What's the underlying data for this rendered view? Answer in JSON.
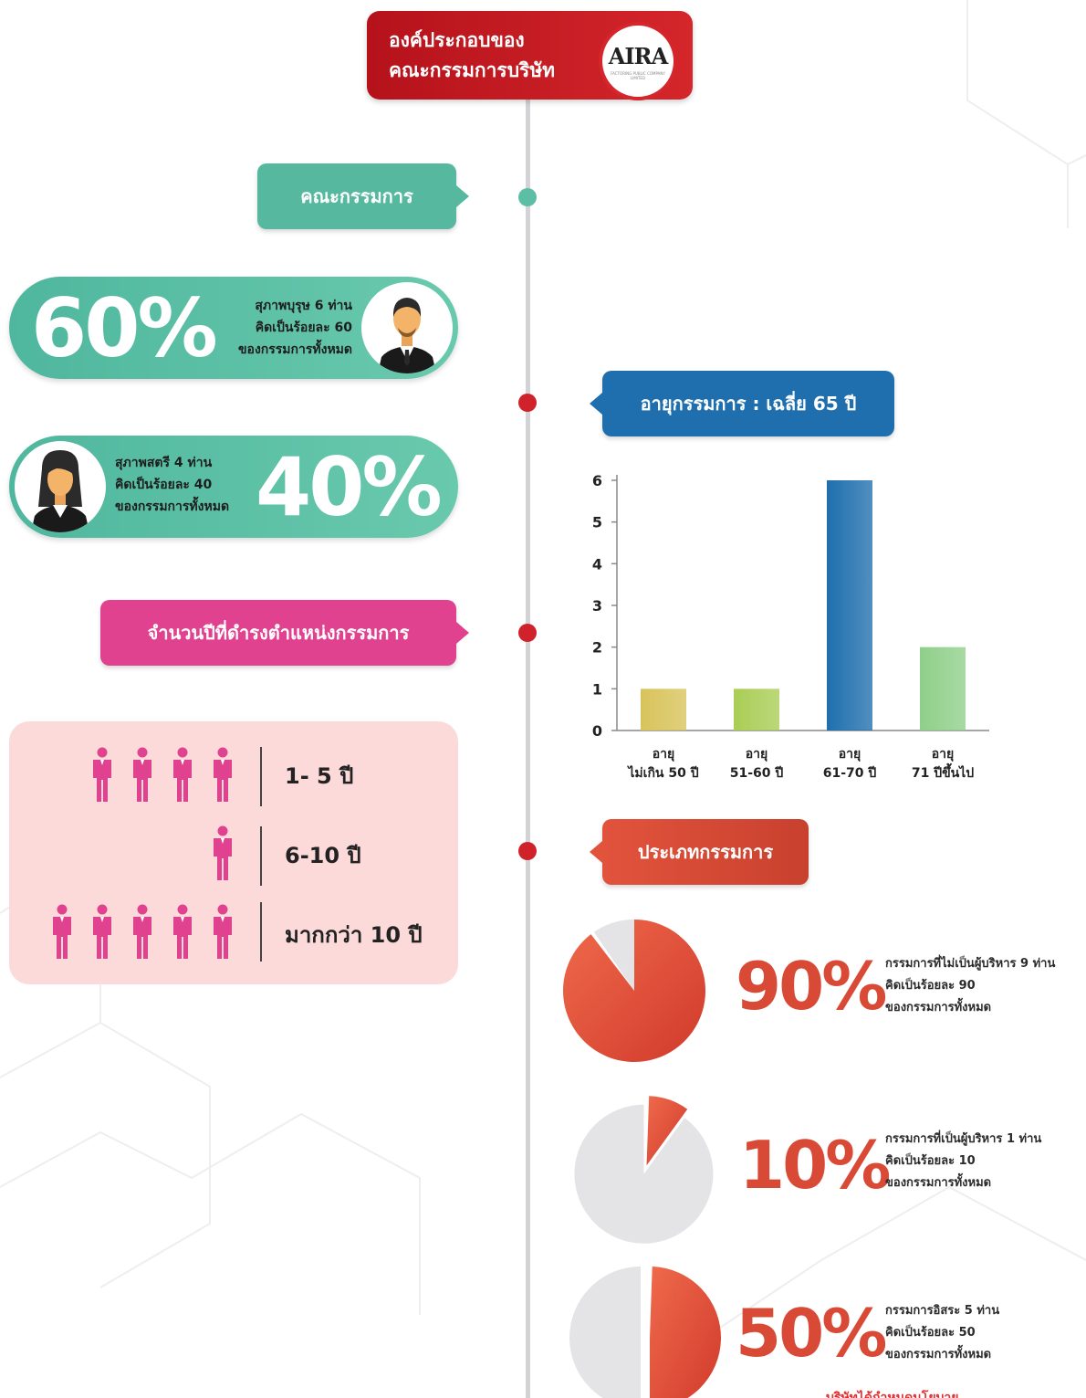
{
  "header": {
    "title_line1": "องค์ประกอบของ",
    "title_line2": "คณะกรรมการบริษัท",
    "logo_text": "AIRA",
    "logo_subtext": "FACTORING PUBLIC COMPANY LIMITED"
  },
  "section_board": {
    "label": "คณะกรรมการ",
    "color": "#55b89f"
  },
  "gender": {
    "male": {
      "percent": "60%",
      "line1": "สุภาพบุรุษ 6 ท่าน",
      "line2": "คิดเป็นร้อยละ 60",
      "line3": "ของกรรมการทั้งหมด",
      "icon": "businessman-icon"
    },
    "female": {
      "percent": "40%",
      "line1": "สุภาพสตรี 4 ท่าน",
      "line2": "คิดเป็นร้อยละ 40",
      "line3": "ของกรรมการทั้งหมด",
      "icon": "businesswoman-icon"
    }
  },
  "section_age": {
    "label": "อายุกรรมการ : เฉลี่ย 65 ปี",
    "color": "#1f6fae"
  },
  "section_tenure": {
    "label": "จำนวนปีที่ดำรงตำแหน่งกรรมการ",
    "color": "#e0428f",
    "rows": [
      {
        "label": "1- 5 ปี",
        "count": 4
      },
      {
        "label": "6-10 ปี",
        "count": 1
      },
      {
        "label": "มากกว่า 10 ปี",
        "count": 5
      }
    ],
    "icon": "person-icon"
  },
  "section_type": {
    "label": "ประเภทกรรมการ",
    "color": "#d84a36"
  },
  "chart_data": [
    {
      "type": "bar",
      "categories": [
        "อายุ ไม่เกิน 50 ปี",
        "อายุ 51-60 ปี",
        "อายุ 61-70 ปี",
        "อายุ 71 ปีขึ้นไป"
      ],
      "category_lines": [
        [
          "อายุ",
          "ไม่เกิน 50 ปี"
        ],
        [
          "อายุ",
          "51-60 ปี"
        ],
        [
          "อายุ",
          "61-70 ปี"
        ],
        [
          "อายุ",
          "71 ปีขึ้นไป"
        ]
      ],
      "values": [
        1,
        1,
        6,
        2
      ],
      "colors": [
        "#d8c35a",
        "#a9cd55",
        "#1f6fae",
        "#8fcf8a"
      ],
      "ylim": [
        0,
        6
      ],
      "yticks": [
        0,
        1,
        2,
        3,
        4,
        5,
        6
      ],
      "grid": false,
      "title": "",
      "xlabel": "",
      "ylabel": ""
    },
    {
      "type": "pie",
      "values": [
        90,
        10
      ],
      "highlight_index": 0,
      "percent_label": "90%",
      "line1": "กรรมการที่ไม่เป็นผู้บริหาร 9 ท่าน",
      "line2": "คิดเป็นร้อยละ 90",
      "line3": "ของกรรมการทั้งหมด"
    },
    {
      "type": "pie",
      "values": [
        10,
        90
      ],
      "highlight_index": 0,
      "percent_label": "10%",
      "line1": "กรรมการที่เป็นผู้บริหาร 1 ท่าน",
      "line2": "คิดเป็นร้อยละ 10",
      "line3": "ของกรรมการทั้งหมด"
    },
    {
      "type": "pie",
      "values": [
        50,
        50
      ],
      "highlight_index": 0,
      "percent_label": "50%",
      "line1": "กรรมการอิสระ 5 ท่าน",
      "line2": "คิดเป็นร้อยละ 50",
      "line3": "ของกรรมการทั้งหมด"
    }
  ],
  "footer_note": "บริษัทได้กำหนดนโยบาย"
}
